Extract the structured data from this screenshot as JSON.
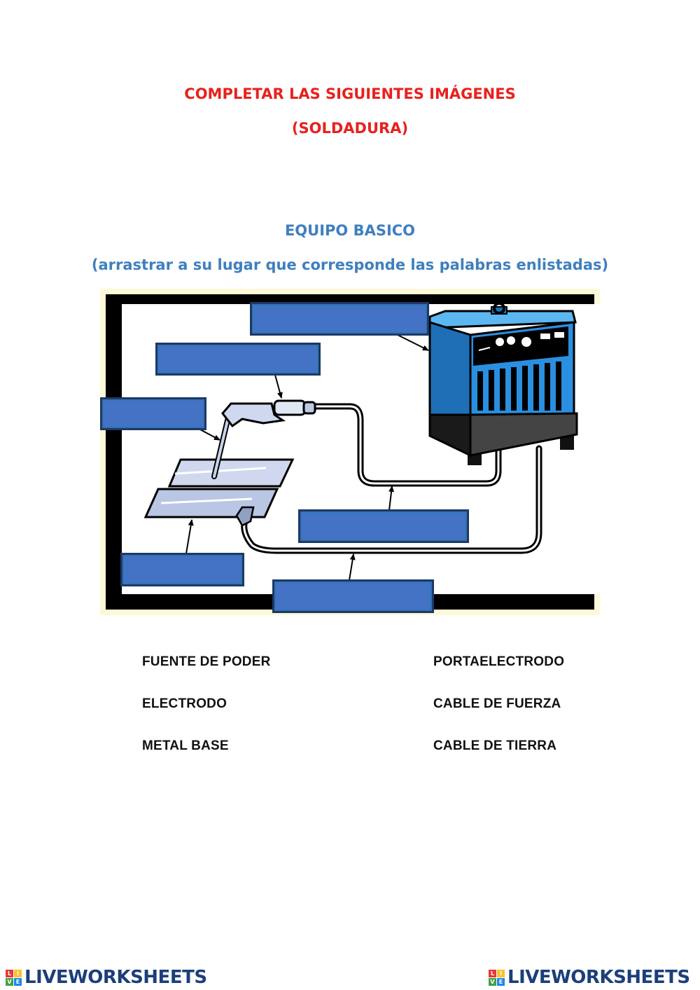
{
  "header": {
    "title_line1": "COMPLETAR LAS SIGUIENTES IMÁGENES",
    "title_line2": "(SOLDADURA)",
    "subtitle_line1": "EQUIPO BASICO",
    "subtitle_line2": "(arrastrar a su lugar que corresponde las palabras enlistadas)"
  },
  "word_bank": [
    "FUENTE DE PODER",
    "PORTAELECTRODO",
    "ELECTRODO",
    "CABLE DE FUERZA",
    "METAL BASE",
    "CABLE DE TIERRA"
  ],
  "footer": {
    "logo_left": "LIVEWORKSHEETS",
    "logo_right": "LIVEWORKSHEETS",
    "logo_mark_letters": [
      "L",
      "I",
      "V",
      "E"
    ]
  },
  "colors": {
    "title_red": "#e8211d",
    "subtitle_blue": "#3f7fbf",
    "drop_box_fill": "#4472c4",
    "machine_blue": "#1e88d9",
    "logo_navy": "#1c3f7a"
  }
}
